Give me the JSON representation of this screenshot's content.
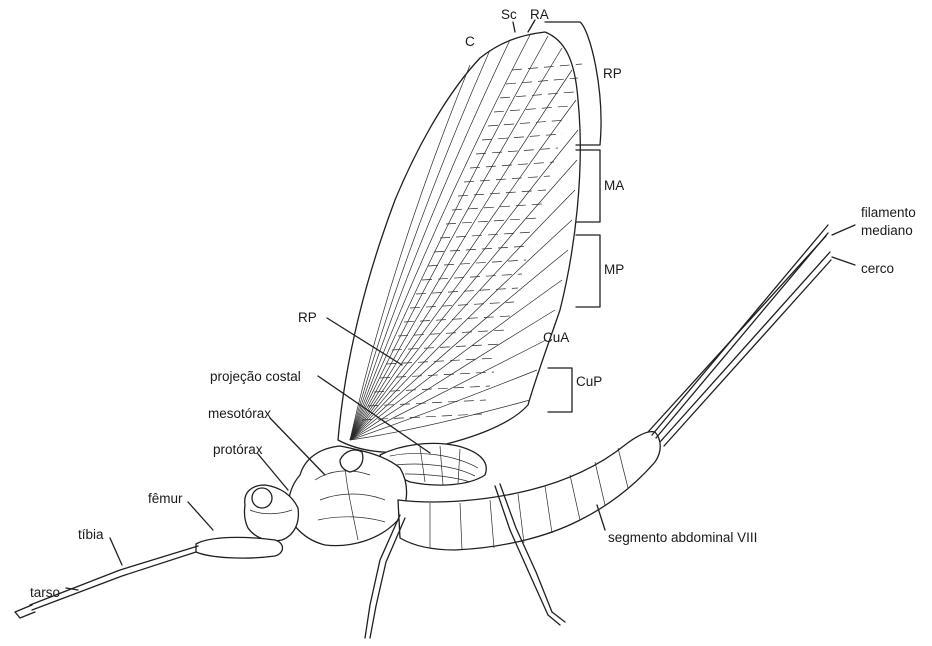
{
  "labels": {
    "c": "C",
    "sc": "Sc",
    "ra": "RA",
    "rp_top": "RP",
    "ma": "MA",
    "mp": "MP",
    "cua": "CuA",
    "cup": "CuP",
    "rp_left": "RP",
    "projecao_costal": "projeção costal",
    "mesotorax": "mesotórax",
    "protorax": "protórax",
    "femur": "fêmur",
    "tibia": "tíbia",
    "tarso": "tarso",
    "filamento": "filamento",
    "mediano": "mediano",
    "cerco": "cerco",
    "segmento": "segmento abdominal VIII"
  }
}
